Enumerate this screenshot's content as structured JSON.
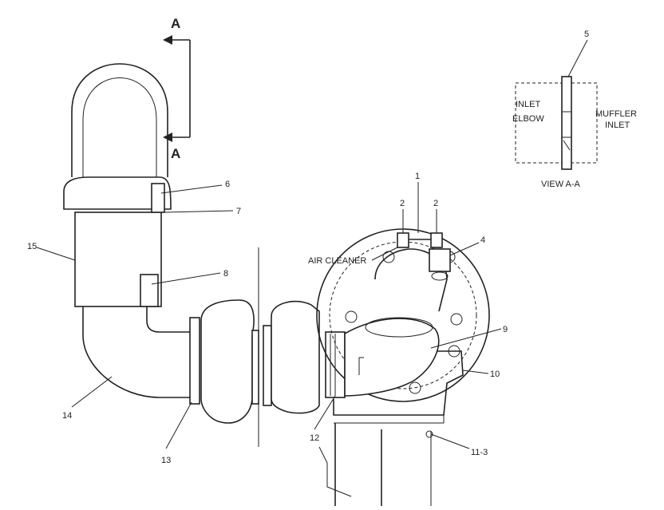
{
  "section_marker": {
    "top": "A",
    "bottom": "A"
  },
  "view_caption": "VIEW A-A",
  "inset_labels": {
    "left_line1": "INLET",
    "left_line2": "ELBOW",
    "right_line1": "MUFFLER",
    "right_line2": "INLET"
  },
  "air_cleaner_label": "AIR CLEANER",
  "callouts": {
    "c1": "1",
    "c2a": "2",
    "c2b": "2",
    "c4": "4",
    "c5": "5",
    "c6": "6",
    "c7": "7",
    "c8": "8",
    "c9": "9",
    "c10": "10",
    "c11": "11-3",
    "c12": "12",
    "c13": "13",
    "c14": "14",
    "c15": "15"
  }
}
